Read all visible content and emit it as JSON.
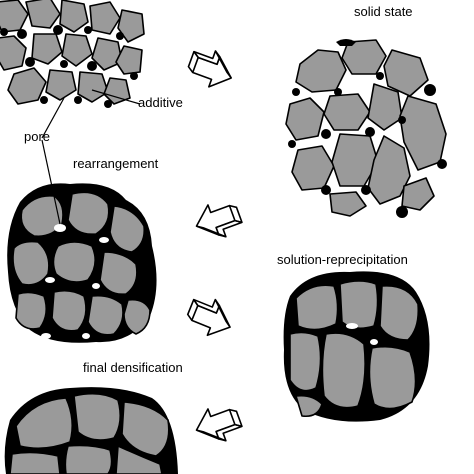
{
  "labels": {
    "solid_state": "solid state",
    "additive": "additive",
    "pore": "pore",
    "rearrangement": "rearrangement",
    "solution_reprecipitation": "solution-reprecipitation",
    "final_densification": "final densification"
  },
  "colors": {
    "grain": "#9a9a9a",
    "liquid": "#000000",
    "pore": "#ffffff",
    "arrow": "#ffffff",
    "outline": "#000000"
  },
  "arrows": [
    {
      "stage_from": "initial",
      "stage_to": "solid state",
      "icon": "hollow-3d-arrow"
    },
    {
      "stage_from": "solid state",
      "stage_to": "rearrangement",
      "icon": "hollow-3d-arrow"
    },
    {
      "stage_from": "rearrangement",
      "stage_to": "solution-reprecipitation",
      "icon": "hollow-3d-arrow"
    },
    {
      "stage_from": "solution-reprecipitation",
      "stage_to": "final densification",
      "icon": "hollow-3d-arrow"
    }
  ]
}
